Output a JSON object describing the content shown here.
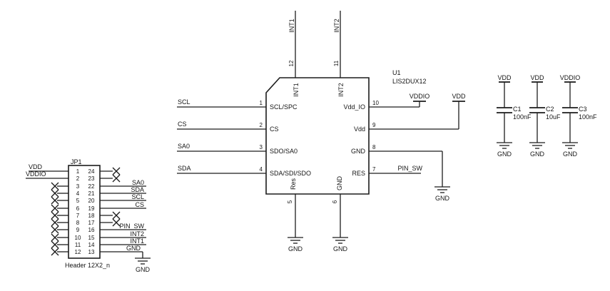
{
  "gnd_label": "GND",
  "header": {
    "refdes": "JP1",
    "footprint": "Header 12X2_n",
    "pins_left": [
      "1",
      "2",
      "3",
      "4",
      "5",
      "6",
      "7",
      "8",
      "9",
      "10",
      "11",
      "12"
    ],
    "pins_right": [
      "24",
      "23",
      "22",
      "21",
      "20",
      "19",
      "18",
      "17",
      "16",
      "15",
      "14",
      "13"
    ],
    "net_vdd": "VDD",
    "net_vddio": "VDDIO",
    "nets_right_top": [
      "SA0",
      "SDA",
      "SCL",
      "CS"
    ],
    "nets_right_bottom": [
      "PIN_SW",
      "INT2",
      "INT1",
      "GND"
    ]
  },
  "chip": {
    "refdes": "U1",
    "part": "LIS2DUX12",
    "left": [
      {
        "net": "SCL",
        "num": "1",
        "name": "SCL/SPC"
      },
      {
        "net": "CS",
        "num": "2",
        "name": "CS"
      },
      {
        "net": "SA0",
        "num": "3",
        "name": "SDO/SA0"
      },
      {
        "net": "SDA",
        "num": "4",
        "name": "SDA/SDI/SDO"
      }
    ],
    "right": [
      {
        "num": "10",
        "name": "Vdd_IO",
        "net": "VDDIO"
      },
      {
        "num": "9",
        "name": "Vdd",
        "net": "VDD"
      },
      {
        "num": "8",
        "name": "GND",
        "net": "GND"
      },
      {
        "num": "7",
        "name": "RES",
        "net": "PIN_SW"
      }
    ],
    "top": [
      {
        "num": "12",
        "name": "INT1",
        "net": "INT1"
      },
      {
        "num": "11",
        "name": "INT2",
        "net": "INT2"
      }
    ],
    "bottom": [
      {
        "num": "5",
        "name": "Res"
      },
      {
        "num": "6",
        "name": "GND"
      }
    ]
  },
  "capacitors": [
    {
      "refdes": "C1",
      "value": "100nF",
      "power": "VDD"
    },
    {
      "refdes": "C2",
      "value": "10uF",
      "power": "VDD"
    },
    {
      "refdes": "C3",
      "value": "100nF",
      "power": "VDDIO"
    }
  ],
  "colors": {
    "line": "#1c1c1c",
    "background": "#ffffff"
  }
}
